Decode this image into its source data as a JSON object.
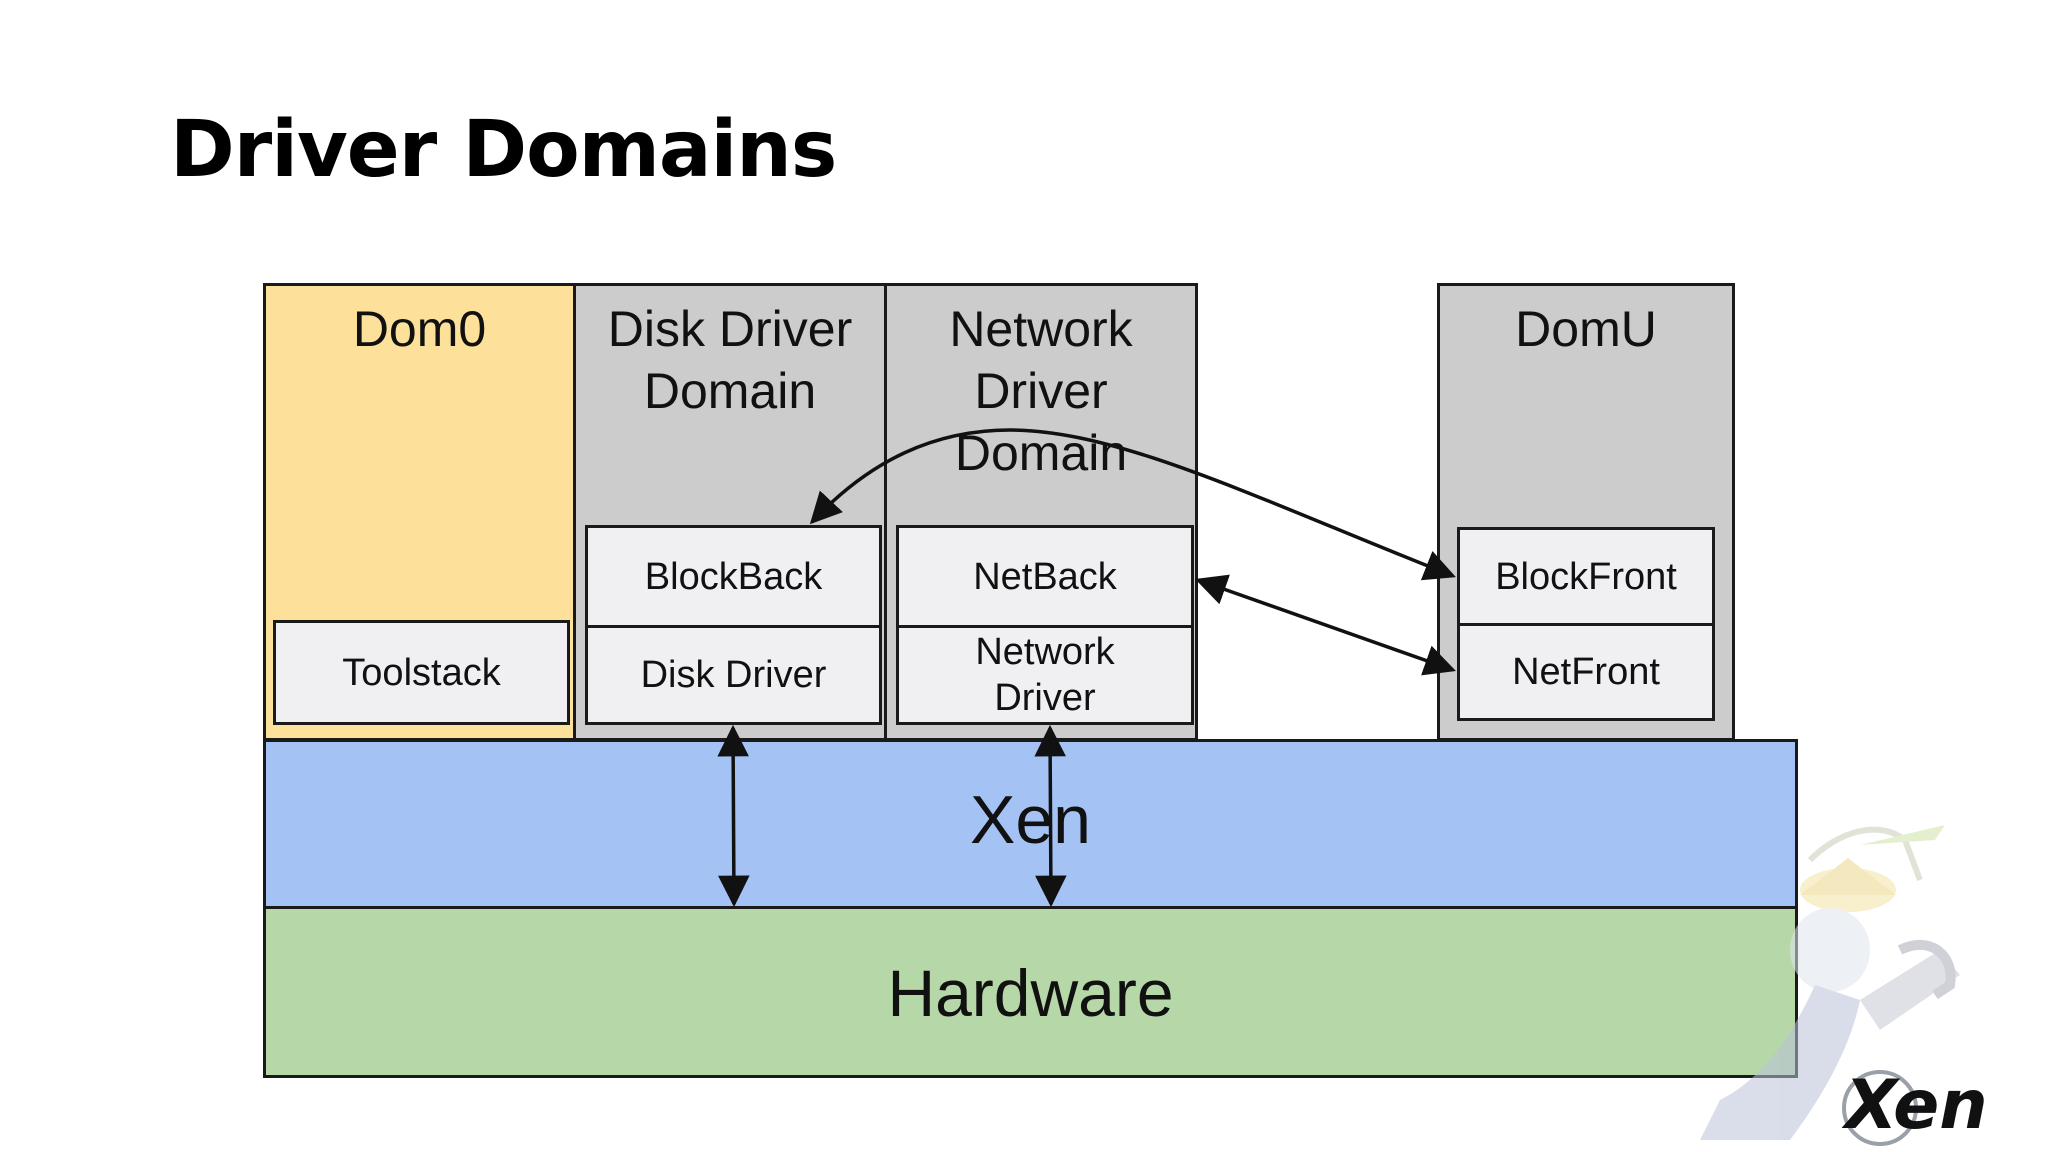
{
  "title": "Driver Domains",
  "domains": {
    "dom0": "Dom0",
    "disk_driver_domain": "Disk Driver\nDomain",
    "network_driver_domain": "Network\nDriver\nDomain",
    "domu": "DomU"
  },
  "components": {
    "toolstack": "Toolstack",
    "blockback": "BlockBack",
    "disk_driver": "Disk Driver",
    "netback": "NetBack",
    "network_driver": "Network\nDriver",
    "blockfront": "BlockFront",
    "netfront": "NetFront"
  },
  "layers": {
    "xen": "Xen",
    "hardware": "Hardware"
  },
  "logo": {
    "text": "Xen"
  },
  "colors": {
    "dom0_fill": "#fde19a",
    "domain_fill": "#cdcccd",
    "xen_fill": "#a4c2f4",
    "hardware_fill": "#b6d7a8",
    "component_fill": "#f0eff2"
  }
}
